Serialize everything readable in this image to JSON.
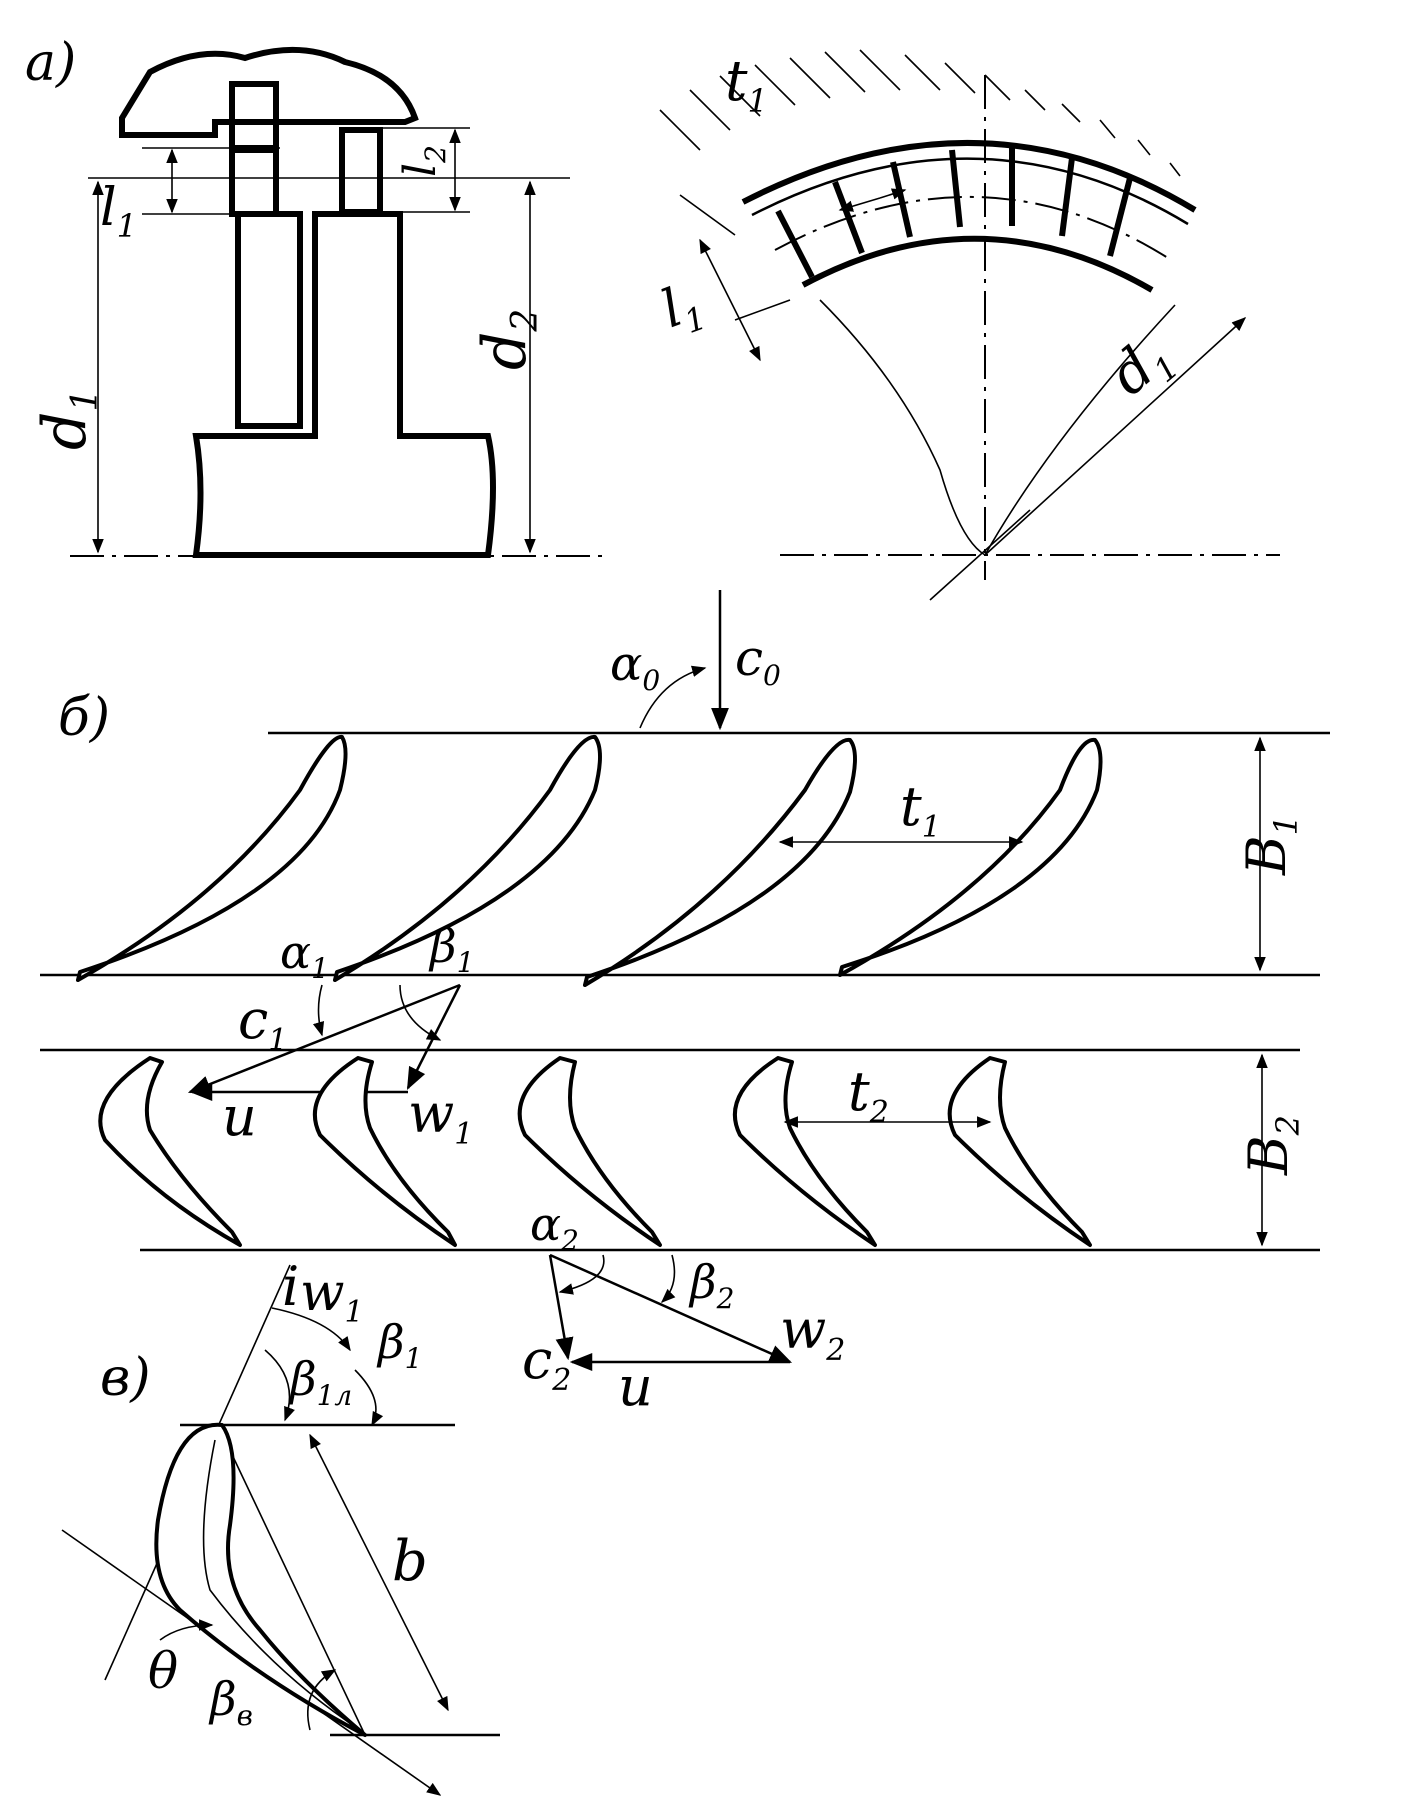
{
  "labels": {
    "panel_a": "a)",
    "panel_b": "б)",
    "panel_c": "в)",
    "t1_top": "t",
    "t1_top_sub": "1",
    "l1_left": "l",
    "l1_left_sub": "1",
    "l2": "l",
    "l2_sub": "2",
    "d1_left": "d",
    "d1_left_sub": "1",
    "d2": "d",
    "d2_sub": "2",
    "l1_arc": "l",
    "l1_arc_sub": "1",
    "d1_arc": "d",
    "d1_arc_sub": "1",
    "alpha0": "α",
    "alpha0_sub": "0",
    "c0": "c",
    "c0_sub": "0",
    "t1_row": "t",
    "t1_row_sub": "1",
    "B1": "B",
    "B1_sub": "1",
    "alpha1": "α",
    "alpha1_sub": "1",
    "beta1_mid": "β",
    "beta1_mid_sub": "1",
    "c1": "c",
    "c1_sub": "1",
    "u_mid": "u",
    "w1_mid": "w",
    "w1_mid_sub": "1",
    "t2": "t",
    "t2_sub": "2",
    "B2": "B",
    "B2_sub": "2",
    "alpha2": "α",
    "alpha2_sub": "2",
    "beta2": "β",
    "beta2_sub": "2",
    "c2": "c",
    "c2_sub": "2",
    "u_bottom": "u",
    "w2": "w",
    "w2_sub": "2",
    "i": "i",
    "w1_c": "w",
    "w1_c_sub": "1",
    "beta1_c": "β",
    "beta1_c_sub": "1",
    "beta1l": "β",
    "beta1l_sub": "1л",
    "b_chord": "b",
    "theta": "θ",
    "beta_b": "β",
    "beta_b_sub": "в"
  }
}
